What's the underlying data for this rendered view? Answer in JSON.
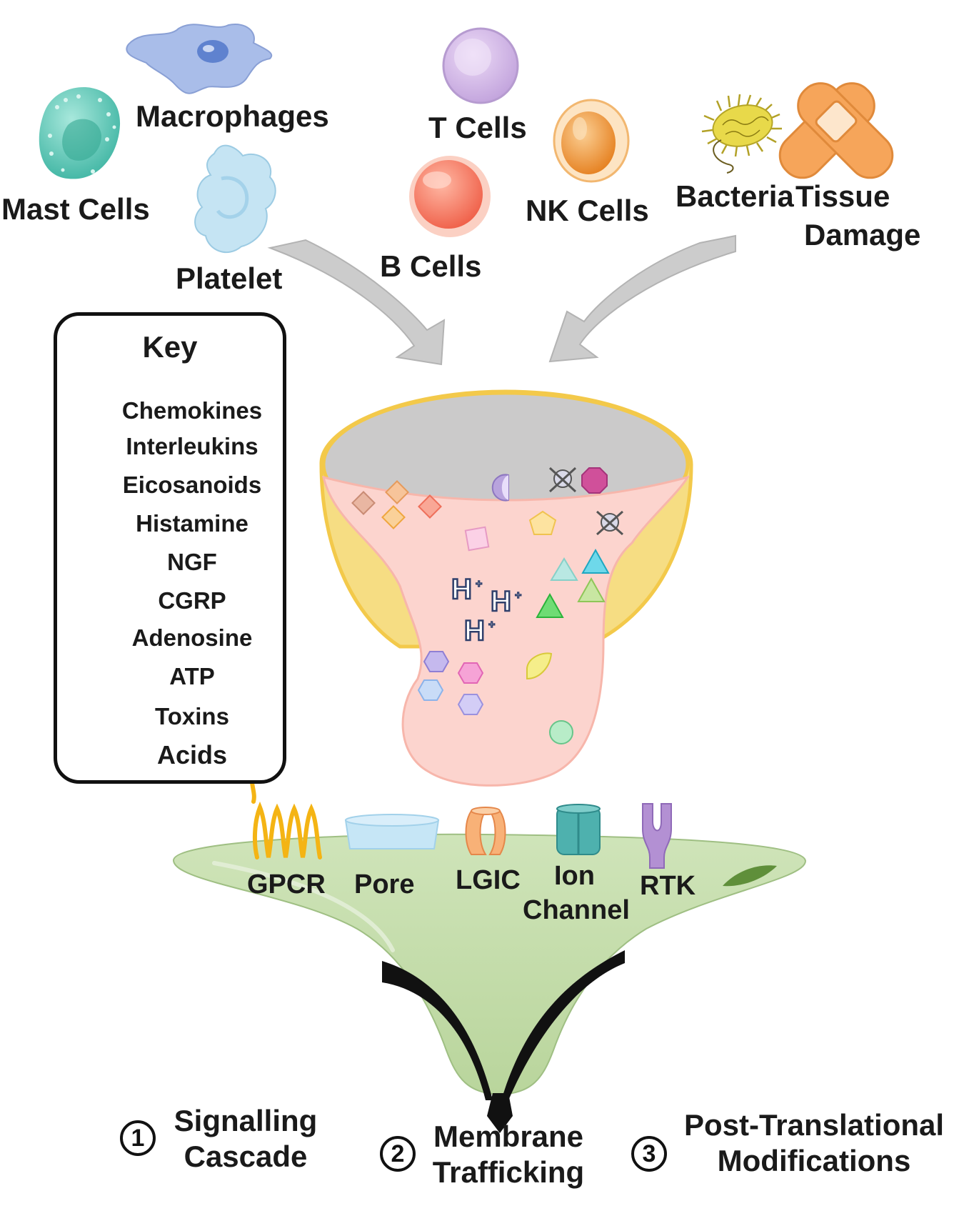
{
  "sources": {
    "macrophages": "Macrophages",
    "mast_cells": "Mast Cells",
    "platelet": "Platelet",
    "t_cells": "T Cells",
    "b_cells": "B Cells",
    "nk_cells": "NK Cells",
    "bacteria": "Bacteria",
    "tissue_damage_line1": "Tissue",
    "tissue_damage_line2": "Damage"
  },
  "key": {
    "title": "Key",
    "items": [
      {
        "label": "Chemokines",
        "icon": "diamond-icon"
      },
      {
        "label": "Interleukins",
        "icon": "hexagon-icon"
      },
      {
        "label": "Eicosanoids",
        "icon": "triangle-icon"
      },
      {
        "label": "Histamine",
        "icon": "square-fold-icon"
      },
      {
        "label": "NGF",
        "icon": "leaf-icon"
      },
      {
        "label": "CGRP",
        "icon": "pentagon-icon"
      },
      {
        "label": "Adenosine",
        "icon": "crescent-icon"
      },
      {
        "label": "ATP",
        "icon": "octagon-icon"
      },
      {
        "label": "Toxins",
        "icon": "skull-icon"
      },
      {
        "label": "Acids",
        "icon": "proton-icon"
      }
    ]
  },
  "receptors": {
    "gpcr": "GPCR",
    "pore": "Pore",
    "lgic": "LGIC",
    "ion_channel_line1": "Ion",
    "ion_channel_line2": "Channel",
    "rtk": "RTK"
  },
  "outcomes": [
    {
      "number": "1",
      "line1": "Signalling",
      "line2": "Cascade"
    },
    {
      "number": "2",
      "line1": "Membrane",
      "line2": "Trafficking"
    },
    {
      "number": "3",
      "line1": "Post-Translational",
      "line2": "Modifications"
    }
  ],
  "acid_symbol": "H",
  "colors": {
    "funnel_green": "#c5dcae",
    "bowl_yellow": "#f6dd83",
    "bowl_pink": "#fcd4ce",
    "arrow_grey": "#cccccc"
  }
}
